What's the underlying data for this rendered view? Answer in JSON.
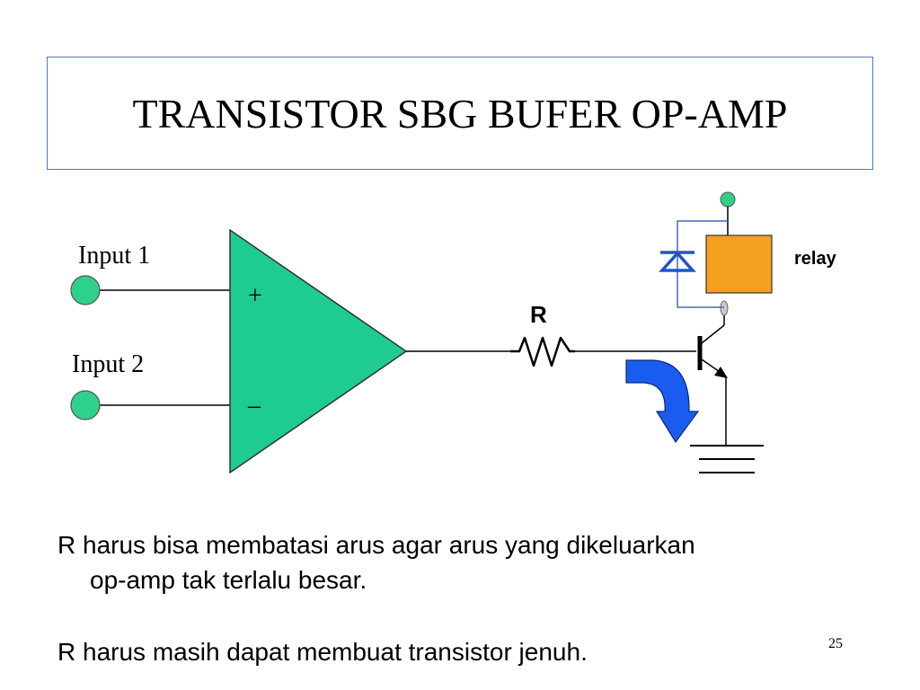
{
  "slide": {
    "title": "TRANSISTOR SBG BUFER OP-AMP",
    "page_number": "25"
  },
  "circuit": {
    "input1_label": "Input 1",
    "input2_label": "Input 2",
    "plus_sign": "+",
    "minus_sign": "–",
    "resistor_label": "R",
    "relay_label": "relay",
    "colors": {
      "opamp_fill": "#1ecc93",
      "terminal_fill": "#2fd08a",
      "relay_fill": "#f6a020",
      "diode_color": "#1e56c8",
      "arrow_color": "#1a5cf0",
      "relay_wire": "#4a66c4"
    }
  },
  "body": {
    "paragraph1_line1": "R harus bisa membatasi arus agar arus yang dikeluarkan",
    "paragraph1_line2": "op-amp tak terlalu besar.",
    "paragraph2": "R harus masih dapat membuat transistor jenuh."
  }
}
